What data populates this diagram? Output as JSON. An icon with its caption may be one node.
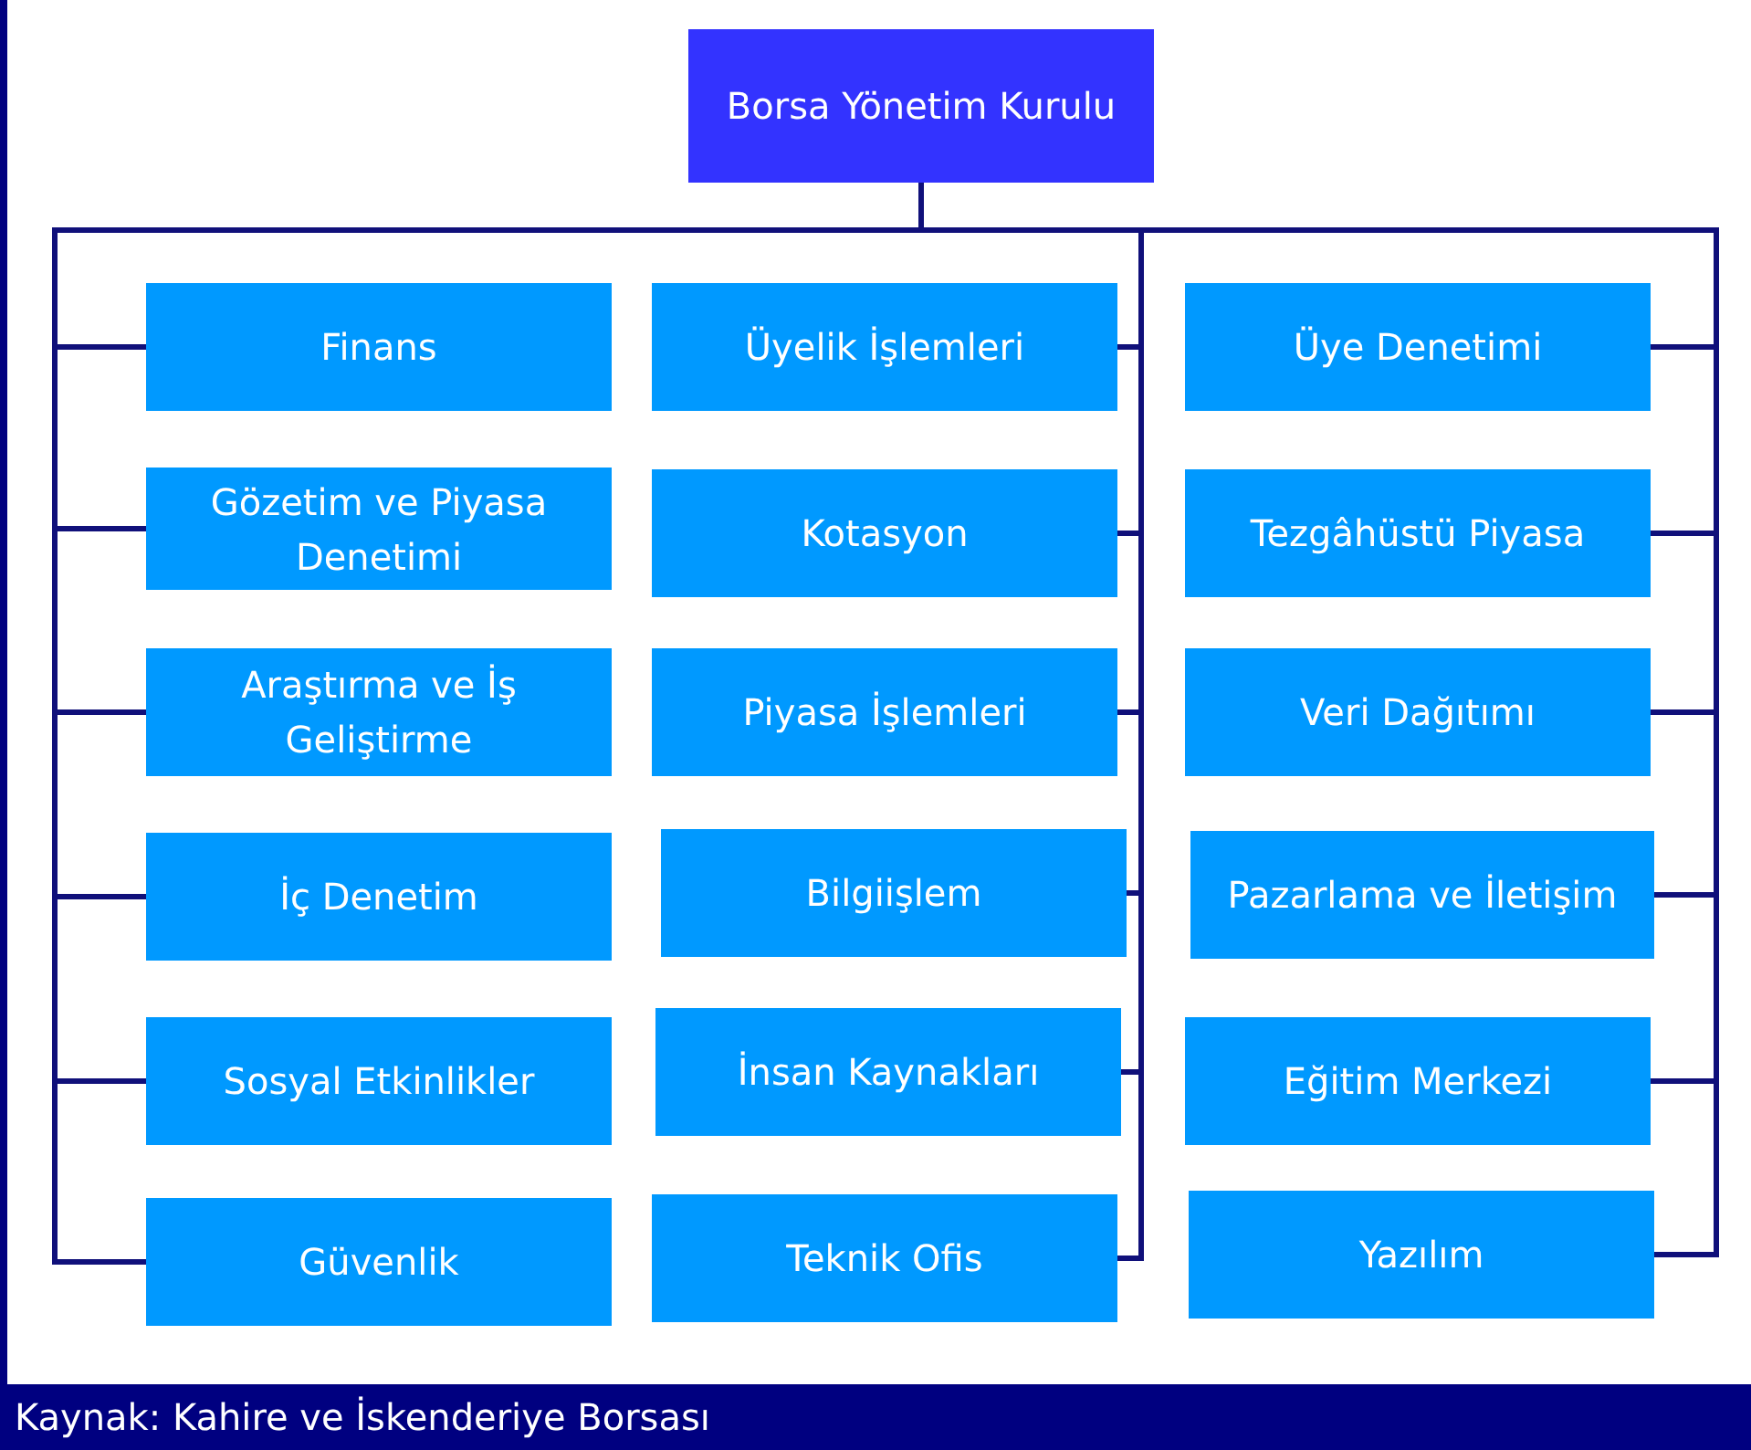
{
  "diagram": {
    "caption": "Kaynak: Kahire ve İskenderiye Borsası",
    "nodes": [
      {
        "text": [
          "Borsa Yönetim Kurulu"
        ]
      },
      {
        "text": [
          "Finans"
        ]
      },
      {
        "text": [
          "Gözetim ve Piyasa Denetimi"
        ]
      },
      {
        "text": [
          "Araştırma ve İş Geliştirme"
        ]
      },
      {
        "text": [
          "İç Denetim"
        ]
      },
      {
        "text": [
          "Sosyal Etkinlikler"
        ]
      },
      {
        "text": [
          "Güvenlik"
        ]
      },
      {
        "text": [
          "Üyelik İşlemleri"
        ]
      },
      {
        "text": [
          "Kotasyon"
        ]
      },
      {
        "text": [
          "Piyasa İşlemleri"
        ]
      },
      {
        "text": [
          "Bilgiişlem"
        ]
      },
      {
        "text": [
          "İnsan Kaynakları"
        ]
      },
      {
        "text": [
          "Teknik Ofis"
        ]
      },
      {
        "text": [
          "Üye Denetimi"
        ]
      },
      {
        "text": [
          "Tezgâhüstü Piyasa"
        ]
      },
      {
        "text": [
          "Veri Dağıtımı"
        ]
      },
      {
        "text": [
          "Pazarlama ve İletişim"
        ]
      },
      {
        "text": [
          "Eğitim Merkezi"
        ]
      },
      {
        "text": [
          "Yazılım"
        ]
      }
    ],
    "edges": [
      {
        "from": 0,
        "to": 1,
        "arrow": "none"
      },
      {
        "from": 0,
        "to": 2,
        "arrow": "none"
      },
      {
        "from": 0,
        "to": 3,
        "arrow": "none"
      },
      {
        "from": 0,
        "to": 4,
        "arrow": "none"
      },
      {
        "from": 0,
        "to": 5,
        "arrow": "none"
      },
      {
        "from": 0,
        "to": 6,
        "arrow": "none"
      },
      {
        "from": 0,
        "to": 7,
        "arrow": "none"
      },
      {
        "from": 0,
        "to": 8,
        "arrow": "none"
      },
      {
        "from": 0,
        "to": 9,
        "arrow": "none"
      },
      {
        "from": 0,
        "to": 10,
        "arrow": "none"
      },
      {
        "from": 0,
        "to": 11,
        "arrow": "none"
      },
      {
        "from": 0,
        "to": 12,
        "arrow": "none"
      },
      {
        "from": 0,
        "to": 13,
        "arrow": "none"
      },
      {
        "from": 0,
        "to": 14,
        "arrow": "none"
      },
      {
        "from": 0,
        "to": 15,
        "arrow": "none"
      },
      {
        "from": 0,
        "to": 16,
        "arrow": "none"
      },
      {
        "from": 0,
        "to": 17,
        "arrow": "none"
      },
      {
        "from": 0,
        "to": 18,
        "arrow": "none"
      }
    ]
  }
}
